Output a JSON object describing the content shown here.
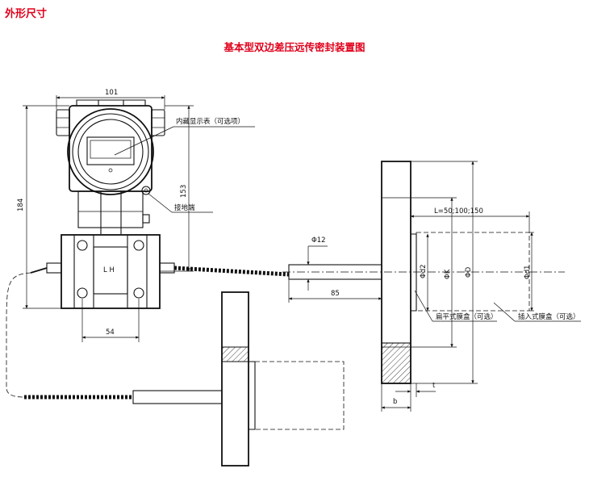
{
  "header": {
    "section_title": "外形尺寸",
    "drawing_title": "基本型双边差压远传密封装置图"
  },
  "dimensions": {
    "width": "101",
    "total_height": "184",
    "head_height": "153",
    "flange_spacing": "54",
    "tube_diameter": "Φ12",
    "tube_length": "85",
    "extension_length": "L=50;100;150",
    "d2": "Φd2",
    "k": "ΦK",
    "d": "ΦD",
    "d1": "Φd1",
    "b": "b",
    "t": "t"
  },
  "annotations": {
    "display": "内藏显示表（可选项）",
    "ground": "接地端",
    "flat_diaphragm": "扁平式膜盒（可选）",
    "insert_diaphragm": "插入式膜盒（可选）",
    "body_marking": "L  H"
  },
  "icons": {
    "arrow": "arrow-icon"
  }
}
